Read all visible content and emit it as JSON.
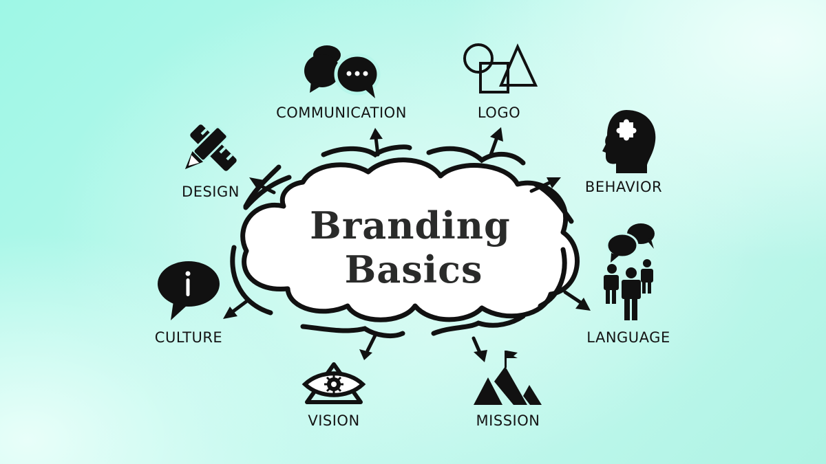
{
  "diagram": {
    "title_line1": "Branding",
    "title_line2": "Basics",
    "center_shape": "cloud",
    "nodes": [
      {
        "id": "communication",
        "label": "COMMUNICATION",
        "icon": "speech-bubbles-icon"
      },
      {
        "id": "logo",
        "label": "LOGO",
        "icon": "shapes-icon"
      },
      {
        "id": "behavior",
        "label": "BEHAVIOR",
        "icon": "head-puzzle-icon"
      },
      {
        "id": "language",
        "label": "LANGUAGE",
        "icon": "people-chat-icon"
      },
      {
        "id": "mission",
        "label": "MISSION",
        "icon": "mountain-flag-icon"
      },
      {
        "id": "vision",
        "label": "VISION",
        "icon": "eye-triangle-icon"
      },
      {
        "id": "culture",
        "label": "CULTURE",
        "icon": "info-bubble-icon"
      },
      {
        "id": "design",
        "label": "DESIGN",
        "icon": "pencil-ruler-icon"
      }
    ]
  },
  "colors": {
    "background": "#a8f6e6",
    "ink": "#111111",
    "title": "#2a2b2a",
    "cloud_fill": "#ffffff"
  }
}
